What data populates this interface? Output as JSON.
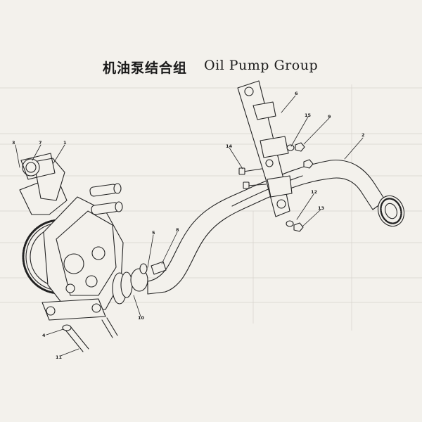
{
  "title": {
    "cn": "机油泵结合组",
    "en": "Oil Pump Group"
  },
  "callouts": [
    "1",
    "2",
    "3",
    "4",
    "5",
    "6",
    "7",
    "8",
    "9",
    "10",
    "11",
    "12",
    "13",
    "14",
    "15"
  ],
  "colors": {
    "ink": "#222222",
    "paper": "#f3f1ec",
    "faint": "#c9c6c0"
  }
}
